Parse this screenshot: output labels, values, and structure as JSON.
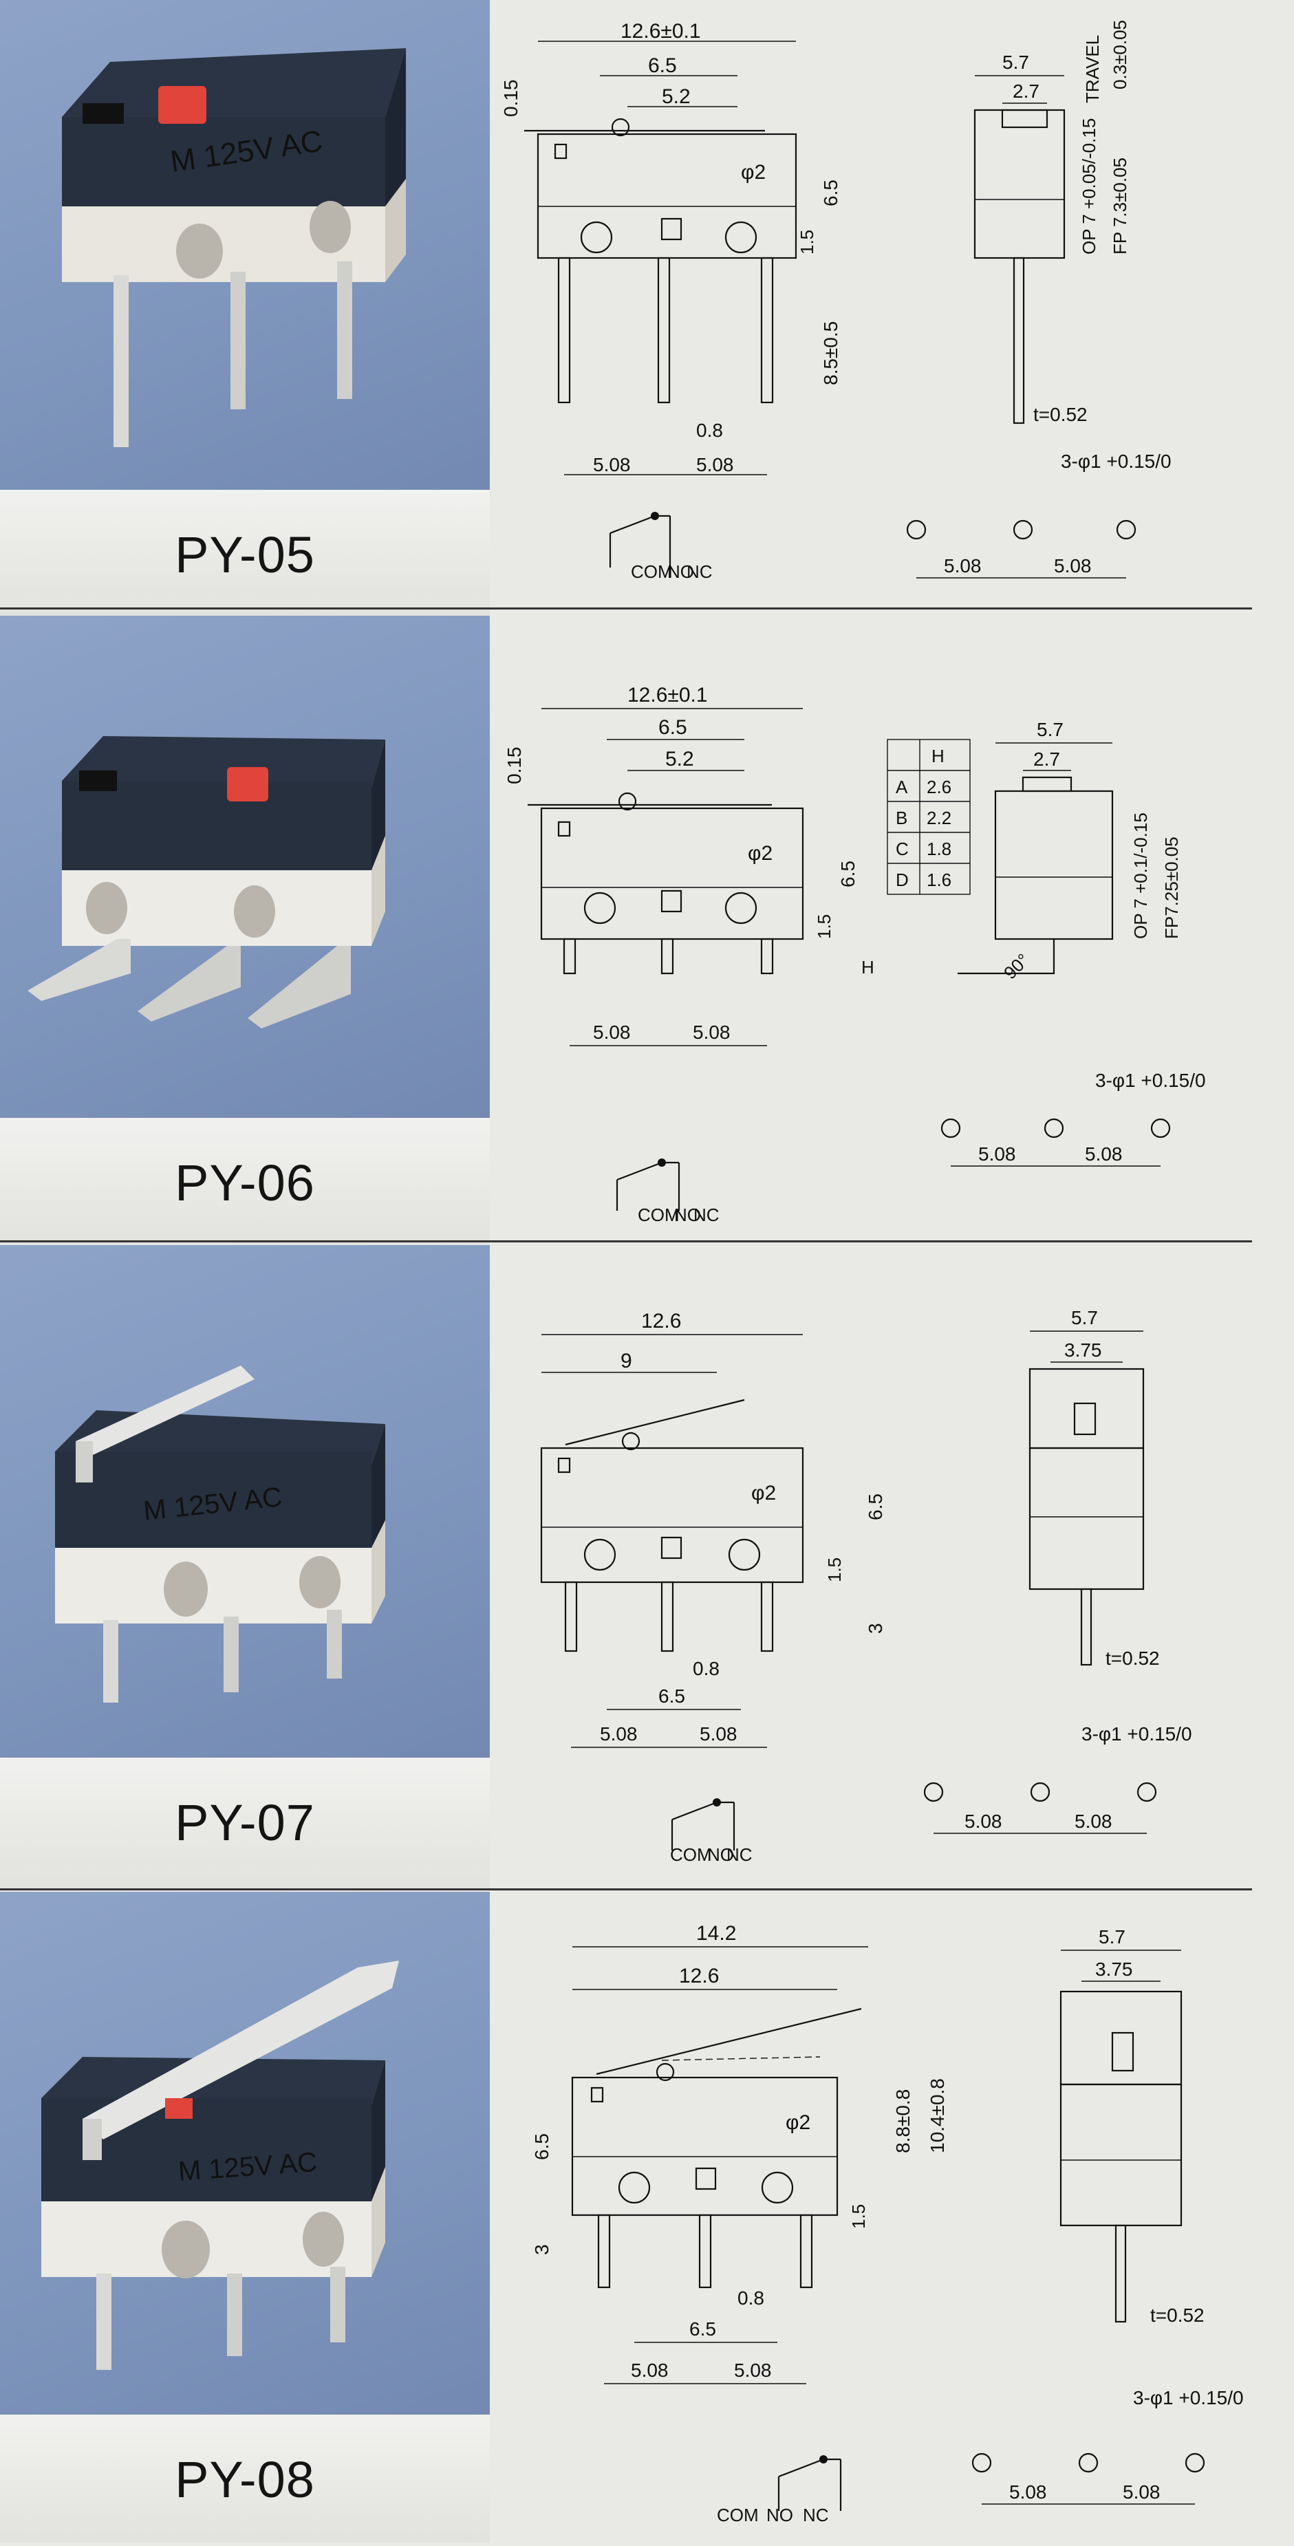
{
  "products": [
    {
      "model": "PY-05",
      "body_text": "M 125V AC",
      "top": {
        "width": "12.6±0.1",
        "d1": "6.5",
        "d2": "5.2",
        "gap": "0.15"
      },
      "side": {
        "h": "6.5",
        "pin": "8.5±0.5",
        "hole": "φ2",
        "off": "1.5",
        "pitch": [
          "5.08",
          "5.08"
        ],
        "pinw": "0.8"
      },
      "end": {
        "w": "5.7",
        "w2": "2.7",
        "op": "OP 7 +0.05/-0.15",
        "fp": "FP 7.3±0.05",
        "travel": "TRAVEL",
        "travel_v": "0.3±0.05",
        "t": "t=0.52"
      },
      "circuit": {
        "com": "COM",
        "no": "NO",
        "nc": "NC"
      },
      "holes": {
        "spec": "3-φ1 +0.15/0",
        "p1": "5.08",
        "p2": "5.08"
      }
    },
    {
      "model": "PY-06",
      "body_text": "",
      "top": {
        "width": "12.6±0.1",
        "d1": "6.5",
        "d2": "5.2",
        "gap": "0.15"
      },
      "side": {
        "h": "6.5",
        "hole": "φ2",
        "off": "1.5",
        "H": "H",
        "pitch": [
          "5.08",
          "5.08"
        ]
      },
      "table": {
        "header": [
          "",
          "H"
        ],
        "rows": [
          [
            "A",
            "2.6"
          ],
          [
            "B",
            "2.2"
          ],
          [
            "C",
            "1.8"
          ],
          [
            "D",
            "1.6"
          ]
        ]
      },
      "end": {
        "w": "5.7",
        "w2": "2.7",
        "op": "OP 7 +0.1/-0.15",
        "fp": "FP7.25±0.05",
        "angle": "90°"
      },
      "circuit": {
        "com": "COM",
        "no": "NO",
        "nc": "NC"
      },
      "holes": {
        "spec": "3-φ1 +0.15/0",
        "p1": "5.08",
        "p2": "5.08"
      }
    },
    {
      "model": "PY-07",
      "body_text": "M 125V AC",
      "top": {
        "width": "12.6",
        "d1": "9"
      },
      "side": {
        "h": "6.5",
        "hole": "φ2",
        "off": "1.5",
        "pin": "3",
        "pinw": "0.8",
        "mid": "6.5",
        "pitch": [
          "5.08",
          "5.08"
        ]
      },
      "end": {
        "w": "5.7",
        "w2": "3.75",
        "t": "t=0.52"
      },
      "circuit": {
        "com": "COM",
        "no": "NO",
        "nc": "NC"
      },
      "holes": {
        "spec": "3-φ1 +0.15/0",
        "p1": "5.08",
        "p2": "5.08"
      }
    },
    {
      "model": "PY-08",
      "body_text": "M 125V AC",
      "top": {
        "width": "14.2",
        "d1": "12.6"
      },
      "side": {
        "h": "6.5",
        "pin": "3",
        "hole": "φ2",
        "off": "1.5",
        "h1": "8.8±0.8",
        "h2": "10.4±0.8",
        "pinw": "0.8",
        "mid": "6.5",
        "pitch": [
          "5.08",
          "5.08"
        ]
      },
      "end": {
        "w": "5.7",
        "w2": "3.75",
        "t": "t=0.52"
      },
      "circuit": {
        "com": "COM",
        "no": "NO",
        "nc": "NC"
      },
      "holes": {
        "spec": "3-φ1 +0.15/0",
        "p1": "5.08",
        "p2": "5.08"
      }
    }
  ]
}
